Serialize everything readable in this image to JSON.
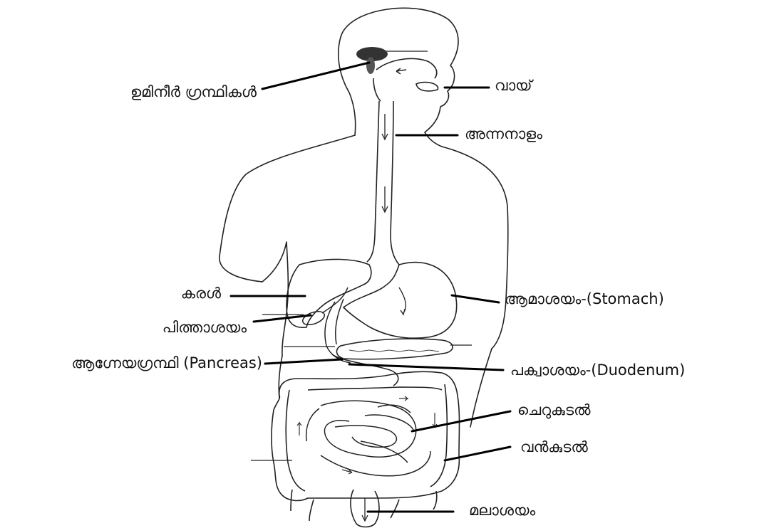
{
  "labels": {
    "salivary": "ഉമിനീർ ഗ്രന്ഥികൾ",
    "mouth": "വായ്",
    "oesophagus": "അന്നനാളം",
    "liver": "കരൾ",
    "gallbladder": "പിത്താശയം",
    "stomach": "ആമാശയം-(Stomach)",
    "pancreas": "ആഗ്നേയഗ്രന്ഥി (Pancreas)",
    "duodenum": "പക്വാശയം-(Duodenum)",
    "small_intestine": "ചെറുകുടൽ",
    "large_intestine": "വൻകുടൽ",
    "rectum": "മലാശയം"
  },
  "colors": {
    "ink": "#111111",
    "background": "#ffffff"
  }
}
